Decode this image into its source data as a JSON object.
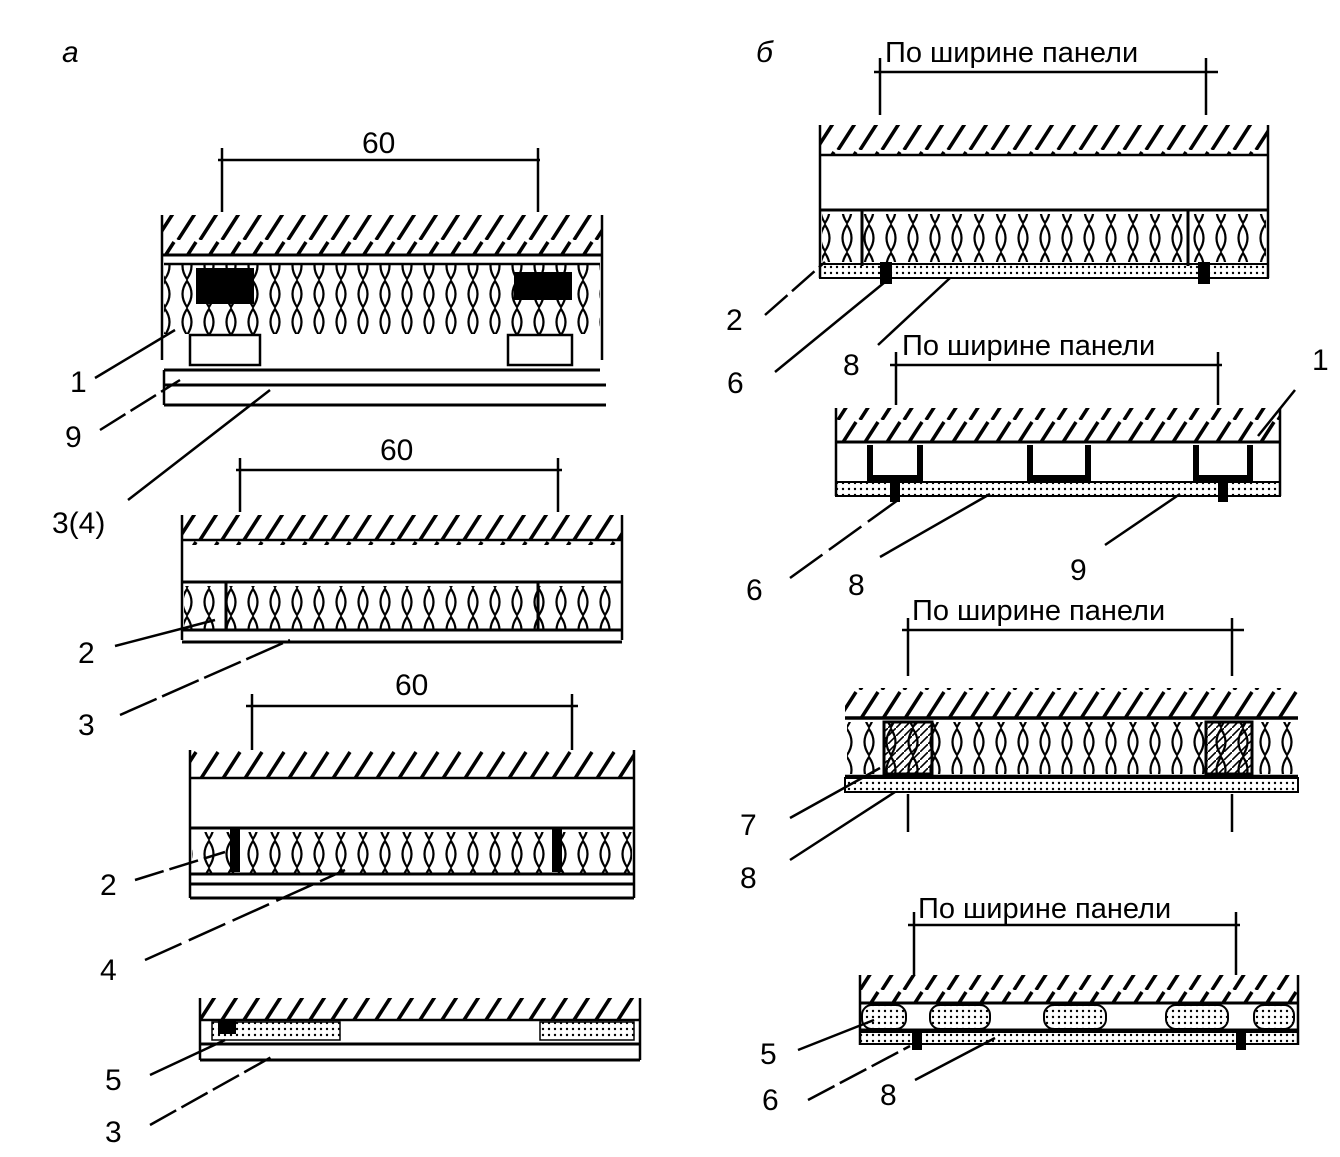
{
  "part_labels": {
    "a": "а",
    "b": "б"
  },
  "dims": {
    "a1": "60",
    "a2": "60",
    "a3": "60",
    "b1": "По ширине панели",
    "b2": "По ширине панели",
    "b3": "По ширине панели",
    "b4": "По ширине панели"
  },
  "callouts": {
    "a1_1": "1",
    "a1_9": "9",
    "a1_34": "3(4)",
    "a2_2": "2",
    "a2_3": "3",
    "a3_2": "2",
    "a3_4": "4",
    "a4_5": "5",
    "a4_3": "3",
    "b1_2": "2",
    "b1_6": "6",
    "b1_8": "8",
    "b2_1": "1",
    "b2_6": "6",
    "b2_8": "8",
    "b2_9": "9",
    "b3_7": "7",
    "b3_8": "8",
    "b4_5": "5",
    "b4_6": "6",
    "b4_8": "8"
  }
}
